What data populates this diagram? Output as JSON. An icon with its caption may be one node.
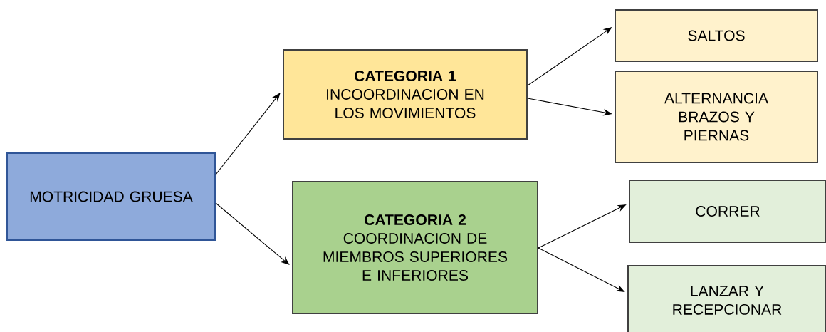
{
  "diagram": {
    "nodes": [
      {
        "text": [
          "MOTRICIDAD GRUESA"
        ]
      },
      {
        "text": [
          "CATEGORIA 1",
          "INCOORDINACION EN LOS MOVIMIENTOS"
        ]
      },
      {
        "text": [
          "SALTOS"
        ]
      },
      {
        "text": [
          "ALTERNANCIA BRAZOS Y PIERNAS"
        ]
      },
      {
        "text": [
          "CATEGORIA 2",
          "COORDINACION DE MIEMBROS SUPERIORES E INFERIORES"
        ]
      },
      {
        "text": [
          "CORRER"
        ]
      },
      {
        "text": [
          "LANZAR Y RECEPCIONAR"
        ]
      }
    ],
    "edges": [
      {
        "from": 0,
        "to": 1,
        "arrow": "to"
      },
      {
        "from": 0,
        "to": 4,
        "arrow": "to"
      },
      {
        "from": 1,
        "to": 2,
        "arrow": "to"
      },
      {
        "from": 1,
        "to": 3,
        "arrow": "to"
      },
      {
        "from": 4,
        "to": 5,
        "arrow": "to"
      },
      {
        "from": 4,
        "to": 6,
        "arrow": "to"
      }
    ]
  }
}
